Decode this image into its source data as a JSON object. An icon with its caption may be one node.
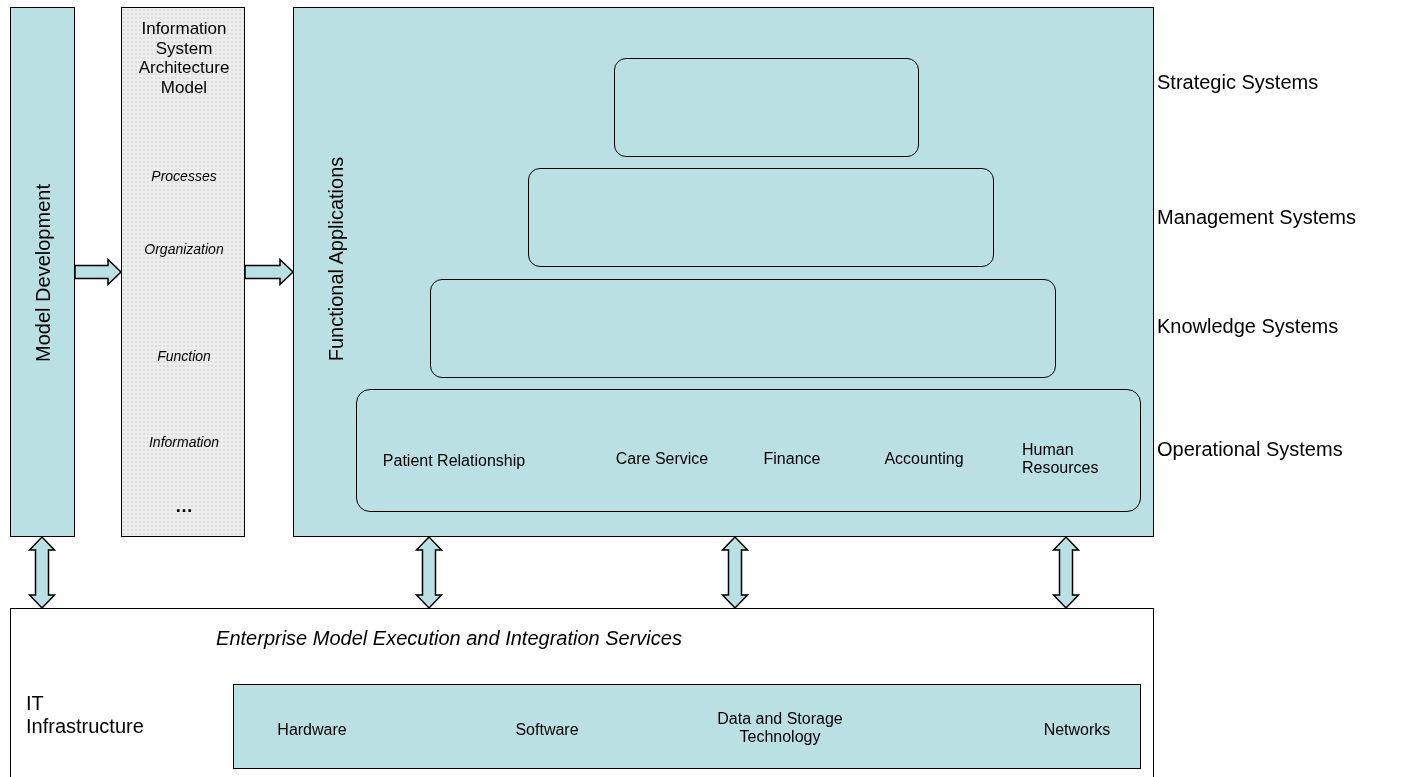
{
  "diagram": {
    "nodes": [
      {
        "text": [
          "Model Development"
        ]
      },
      {
        "text": [
          "Information System Architecture Model",
          "Processes",
          "Organization",
          "Function",
          "Information",
          "…"
        ]
      },
      {
        "text": [
          "Functional Applications"
        ]
      },
      {
        "text": [],
        "shape": "box",
        "in": 2
      },
      {
        "text": [],
        "shape": "box",
        "in": 2
      },
      {
        "text": [],
        "shape": "box",
        "in": 2
      },
      {
        "text": [
          "Patient Relationship",
          "Care Service",
          "Finance",
          "Accounting",
          "Human Resources"
        ],
        "in": 2
      },
      {
        "text": [
          "Enterprise Model Execution and Integration Services",
          "IT Infrastructure"
        ]
      },
      {
        "text": [
          "Hardware",
          "Software",
          "Data and Storage Technology",
          "Networks"
        ],
        "in": 7
      }
    ],
    "edges": [
      {
        "from": 0,
        "to": 1,
        "arrow": "to"
      },
      {
        "from": 1,
        "to": 2,
        "arrow": "to"
      },
      {
        "from": 0,
        "to": 7,
        "arrow": "both"
      },
      {
        "from": 2,
        "to": 7,
        "arrow": "both"
      },
      {
        "from": 2,
        "to": 7,
        "arrow": "both"
      },
      {
        "from": 2,
        "to": 7,
        "arrow": "both"
      }
    ],
    "labels": [
      "Strategic Systems",
      "Management Systems",
      "Knowledge Systems",
      "Operational Systems"
    ]
  }
}
